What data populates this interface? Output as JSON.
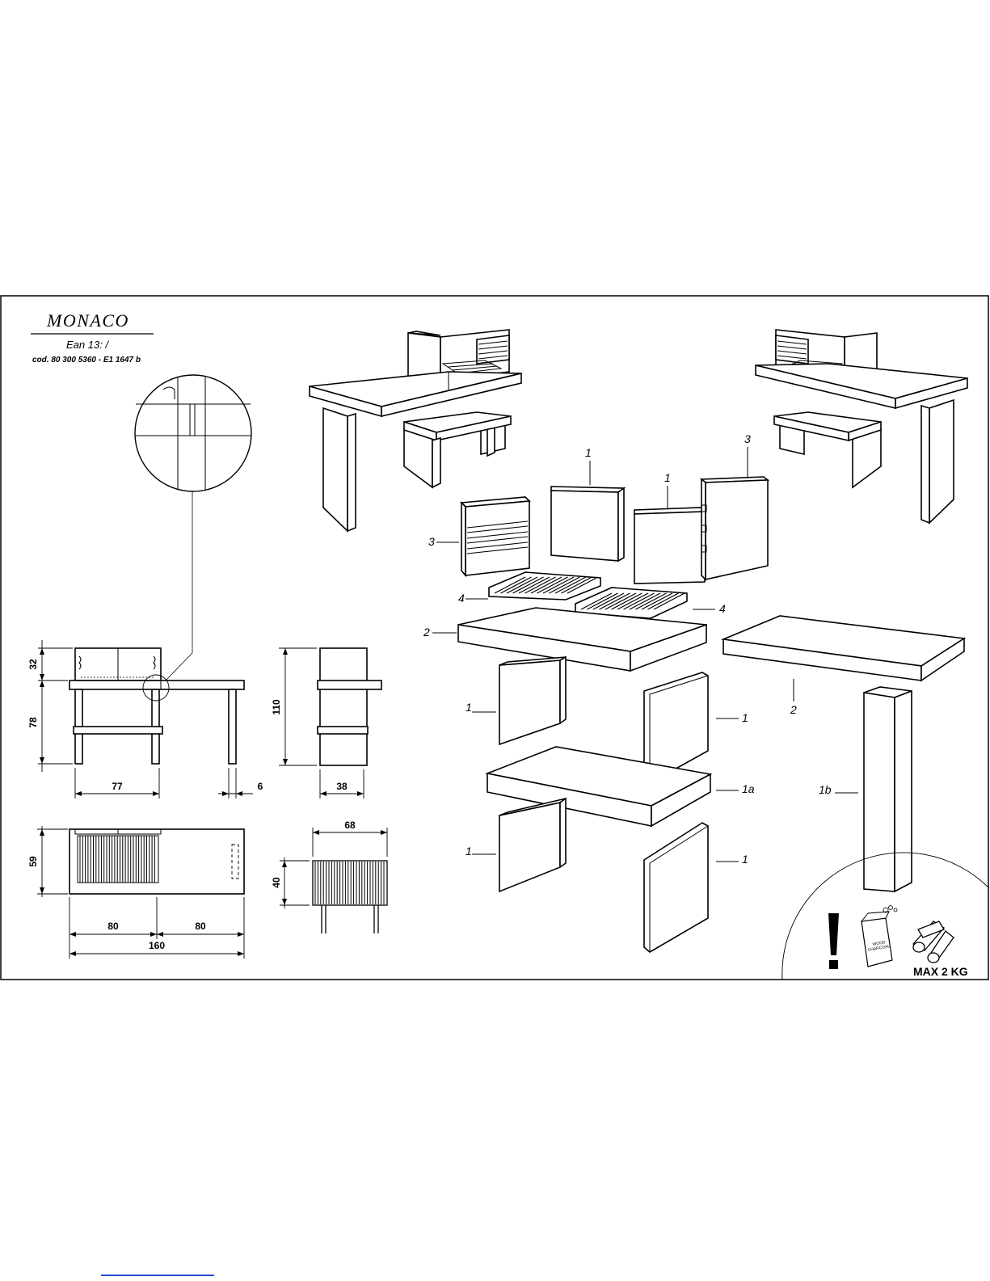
{
  "header": {
    "title": "MONACO",
    "ean": "Ean 13:  /",
    "code": "cod. 80 300 5360 - E1 1647 b"
  },
  "part_labels": {
    "p1": "1",
    "p1a": "1a",
    "p1b": "1b",
    "p2": "2",
    "p3": "3",
    "p4": "4"
  },
  "dimensions": {
    "d32": "32",
    "d78": "78",
    "d77": "77",
    "d6": "6",
    "d110": "110",
    "d38": "38",
    "d59": "59",
    "d80": "80",
    "d160": "160",
    "d68": "68",
    "d40": "40"
  },
  "warning": {
    "bag_text_1": "WOOD",
    "bag_text_2": "CHARCOAL",
    "max_load": "MAX 2 KG"
  },
  "colors": {
    "line": "#000000",
    "background": "#ffffff",
    "footer_link": "#2b48d8"
  }
}
